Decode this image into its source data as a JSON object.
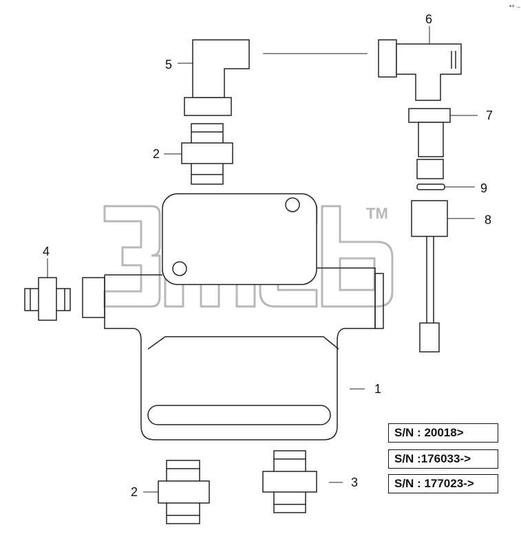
{
  "watermark": {
    "text": "3mcb",
    "trademark": "TM",
    "color": "#b8b8b8"
  },
  "callouts": {
    "c1": "1",
    "c2_top": "2",
    "c2_bottom": "2",
    "c3": "3",
    "c4": "4",
    "c5": "5",
    "c6": "6",
    "c7": "7",
    "c8": "8",
    "c9": "9"
  },
  "serial_numbers": [
    {
      "label": "S/N : 20018>"
    },
    {
      "label": "S/N :176033->"
    },
    {
      "label": "S/N : 177023->"
    }
  ],
  "corner_mark": "•+→",
  "colors": {
    "line": "#222222",
    "background": "#ffffff"
  }
}
